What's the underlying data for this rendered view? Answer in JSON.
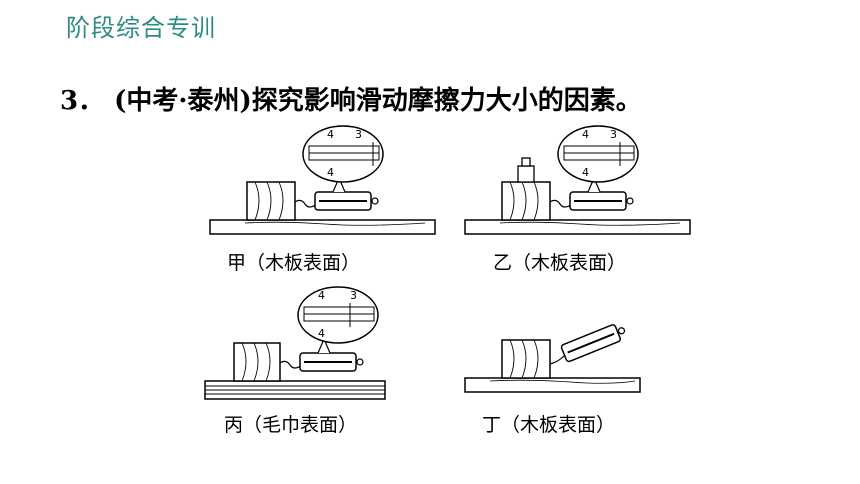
{
  "header": {
    "title": "阶段综合专训"
  },
  "question": {
    "number": "3．",
    "text": "(中考·泰州)探究影响滑动摩擦力大小的因素。"
  },
  "figures": [
    {
      "caption": "甲（木板表面）",
      "gauge_labels": [
        "4",
        "3",
        "4"
      ]
    },
    {
      "caption": "乙（木板表面）",
      "gauge_labels": [
        "4",
        "3",
        "4"
      ]
    },
    {
      "caption": "丙（毛巾表面）",
      "gauge_labels": [
        "4",
        "3",
        "4"
      ]
    },
    {
      "caption": "丁（木板表面）"
    }
  ]
}
